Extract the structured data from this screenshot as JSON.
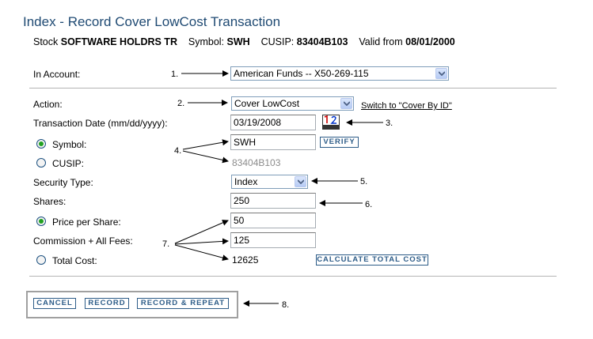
{
  "page": {
    "title": "Index - Record Cover LowCost Transaction",
    "stock_label": "Stock",
    "stock_name": "SOFTWARE HOLDRS TR",
    "symbol_label": "Symbol:",
    "symbol": "SWH",
    "cusip_label": "CUSIP:",
    "cusip": "83404B103",
    "valid_label": "Valid from",
    "valid_date": "08/01/2000"
  },
  "form": {
    "account_label": "In Account:",
    "account_value": "American Funds -- X50-269-115",
    "action_label": "Action:",
    "action_value": "Cover LowCost",
    "switch_link": "Switch to \"Cover By ID\"",
    "date_label": "Transaction Date (mm/dd/yyyy):",
    "date_value": "03/19/2008",
    "symbol_radio_label": "Symbol:",
    "symbol_value": "SWH",
    "verify_button": "VERIFY",
    "cusip_radio_label": "CUSIP:",
    "cusip_value": "83404B103",
    "security_type_label": "Security Type:",
    "security_type_value": "Index",
    "shares_label": "Shares:",
    "shares_value": "250",
    "price_label": "Price per Share:",
    "price_value": "50",
    "commission_label": "Commission + All Fees:",
    "commission_value": "125",
    "total_label": "Total Cost:",
    "total_value": "12625",
    "calculate_button": "CALCULATE TOTAL COST"
  },
  "buttons": {
    "cancel": "CANCEL",
    "record": "RECORD",
    "record_repeat": "RECORD & REPEAT"
  },
  "annotations": [
    "1.",
    "2.",
    "3.",
    "4.",
    "5.",
    "6.",
    "7.",
    "8."
  ],
  "colors": {
    "title": "#1f4a73",
    "button_border": "#2d5c88",
    "radio_dot": "#21a121"
  }
}
